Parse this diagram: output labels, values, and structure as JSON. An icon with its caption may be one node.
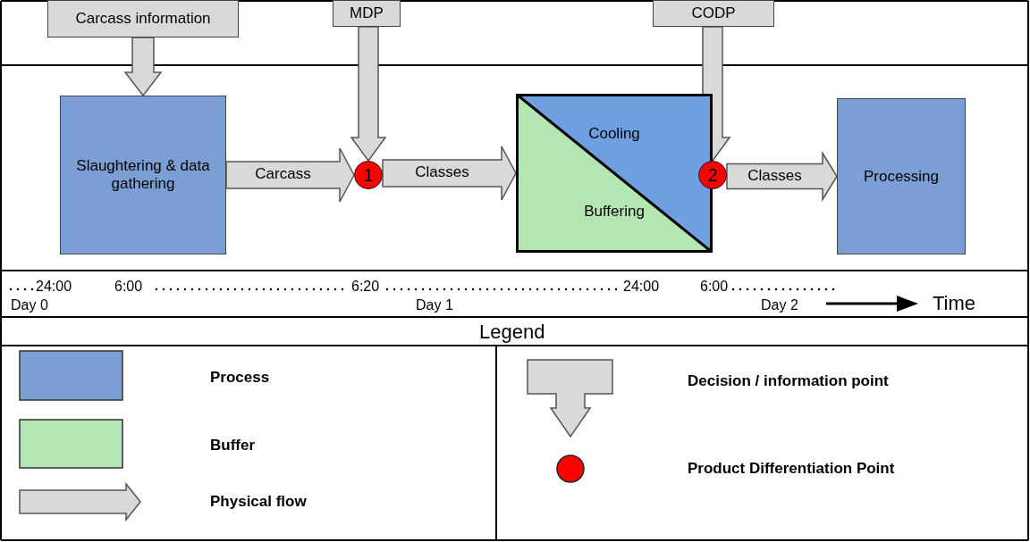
{
  "diagram": {
    "nodes": [
      {
        "text": [
          "Carcass information"
        ]
      },
      {
        "text": [
          "MDP"
        ]
      },
      {
        "text": [
          "CODP"
        ]
      },
      {
        "text": [
          "Slaughtering & data gathering"
        ]
      },
      {
        "text": [
          "1"
        ]
      },
      {
        "text": [
          "Cooling",
          "Buffering"
        ]
      },
      {
        "text": [
          "2"
        ]
      },
      {
        "text": [
          "Processing"
        ]
      }
    ],
    "edges": [
      {
        "from": 0,
        "to": 3,
        "arrow": "to"
      },
      {
        "from": 1,
        "to": 4,
        "arrow": "to"
      },
      {
        "from": 2,
        "to": 6,
        "arrow": "to"
      },
      {
        "from": 3,
        "to": 4,
        "arrow": "to",
        "label": "Carcass"
      },
      {
        "from": 4,
        "to": 5,
        "arrow": "to",
        "label": "Classes"
      },
      {
        "from": 6,
        "to": 7,
        "arrow": "to",
        "label": "Classes"
      }
    ],
    "labels": [
      "24:00",
      "6:00",
      "6:20",
      "24:00",
      "6:00",
      "Day 0",
      "Day 1",
      "Day 2",
      "Time",
      "Legend"
    ],
    "legend": [
      {
        "text": "Process",
        "color": "#7b9fd4"
      },
      {
        "text": "Buffer",
        "color": "#b3e6b3"
      },
      {
        "text": "Physical flow"
      },
      {
        "text": "Decision / information point"
      },
      {
        "text": "Product Differentiation Point"
      }
    ]
  }
}
